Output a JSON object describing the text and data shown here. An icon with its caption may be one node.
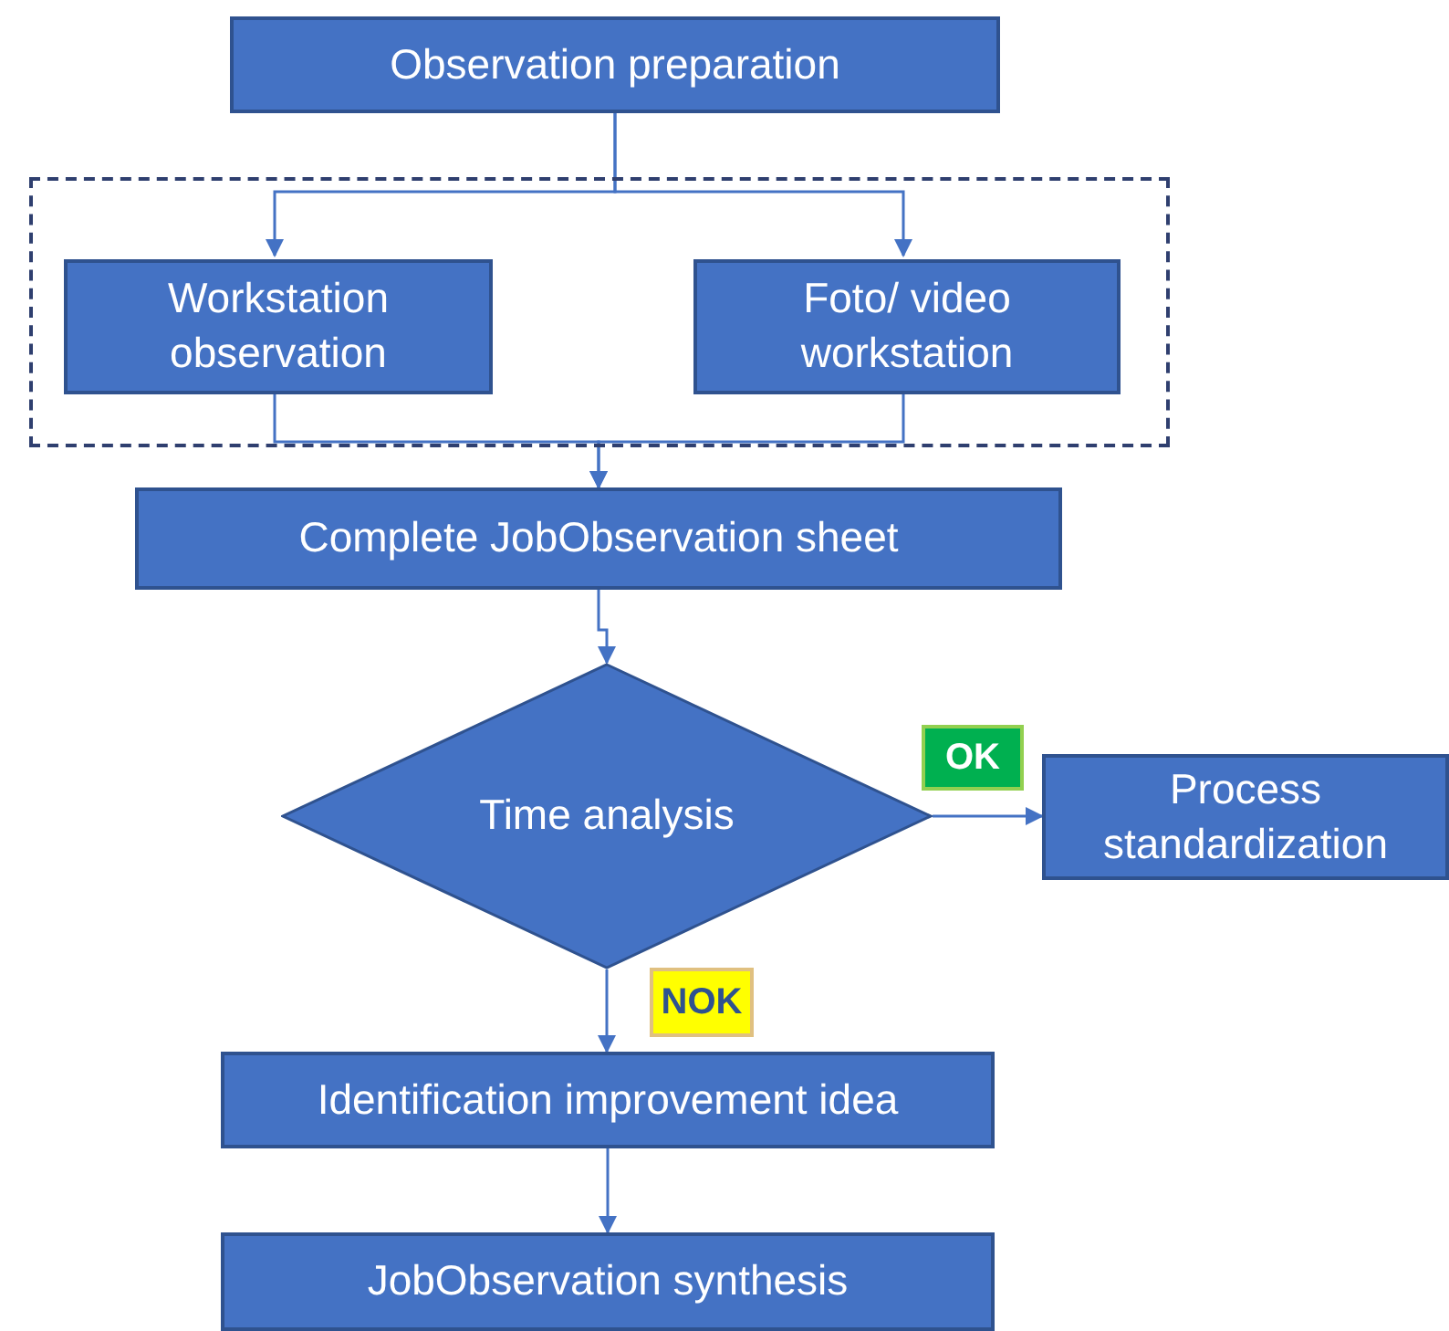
{
  "diagram": {
    "nodes": [
      {
        "text": [
          "Observation preparation"
        ]
      },
      {
        "text": [],
        "shape": "box"
      },
      {
        "text": [
          "Workstation observation"
        ],
        "in": 1
      },
      {
        "text": [
          "Foto/ video workstation"
        ],
        "in": 1
      },
      {
        "text": [
          "Complete JobObservation sheet"
        ]
      },
      {
        "text": [
          "Time analysis"
        ]
      },
      {
        "text": [
          "Process standardization"
        ]
      },
      {
        "text": [
          "Identification improvement idea"
        ]
      },
      {
        "text": [
          "JobObservation synthesis"
        ]
      }
    ],
    "edges": [
      {
        "from": 0,
        "to": 2,
        "arrow": "to"
      },
      {
        "from": 0,
        "to": 3,
        "arrow": "to"
      },
      {
        "from": 2,
        "to": 4,
        "arrow": "to"
      },
      {
        "from": 3,
        "to": 4,
        "arrow": "to"
      },
      {
        "from": 4,
        "to": 5,
        "arrow": "to"
      },
      {
        "from": 5,
        "to": 6,
        "arrow": "to",
        "label": "OK"
      },
      {
        "from": 5,
        "to": 7,
        "arrow": "to",
        "label": "NOK"
      },
      {
        "from": 7,
        "to": 8,
        "arrow": "to"
      }
    ]
  }
}
